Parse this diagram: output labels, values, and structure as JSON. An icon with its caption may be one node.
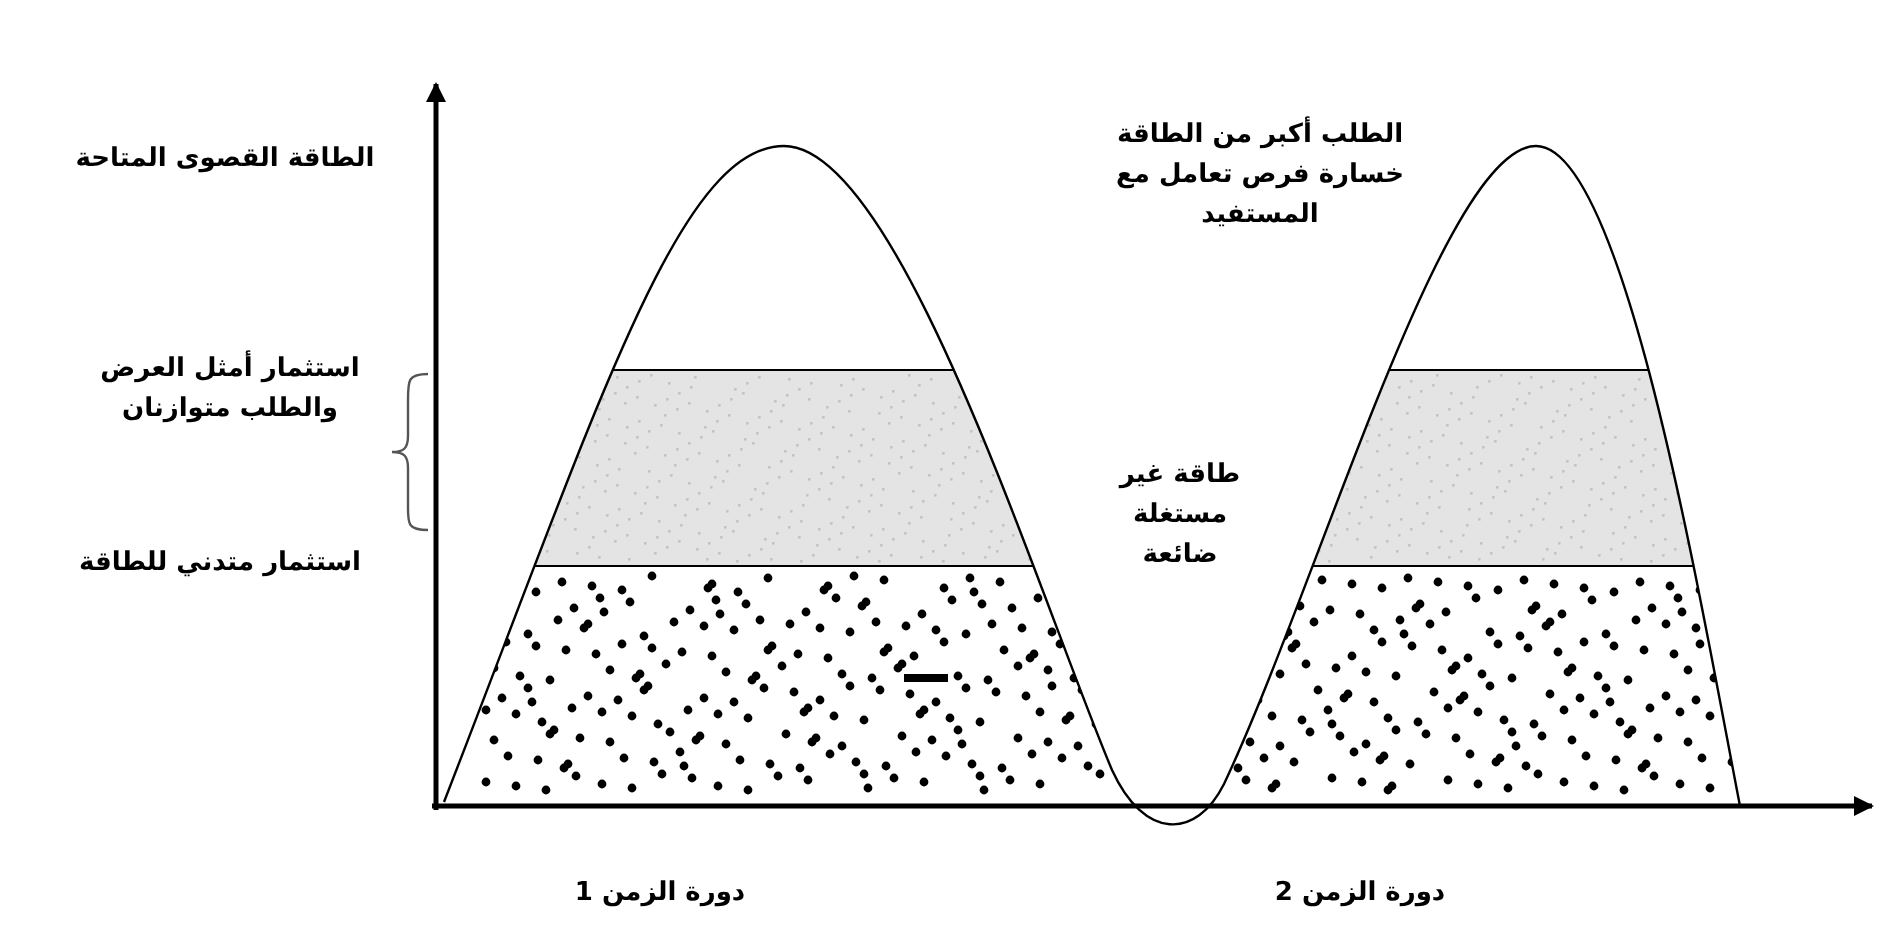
{
  "diagram": {
    "labels": [
      "الطاقة القصوى المتاحة",
      "استثمار أمثل العرض والطلب متوازنان",
      "استثمار متدني للطاقة",
      "الطلب أكبر من الطاقة خسارة فرص تعامل مع المستفيد",
      "طاقة غير مستغلة ضائعة",
      "دورة الزمن 1",
      "دورة الزمن 2"
    ]
  }
}
